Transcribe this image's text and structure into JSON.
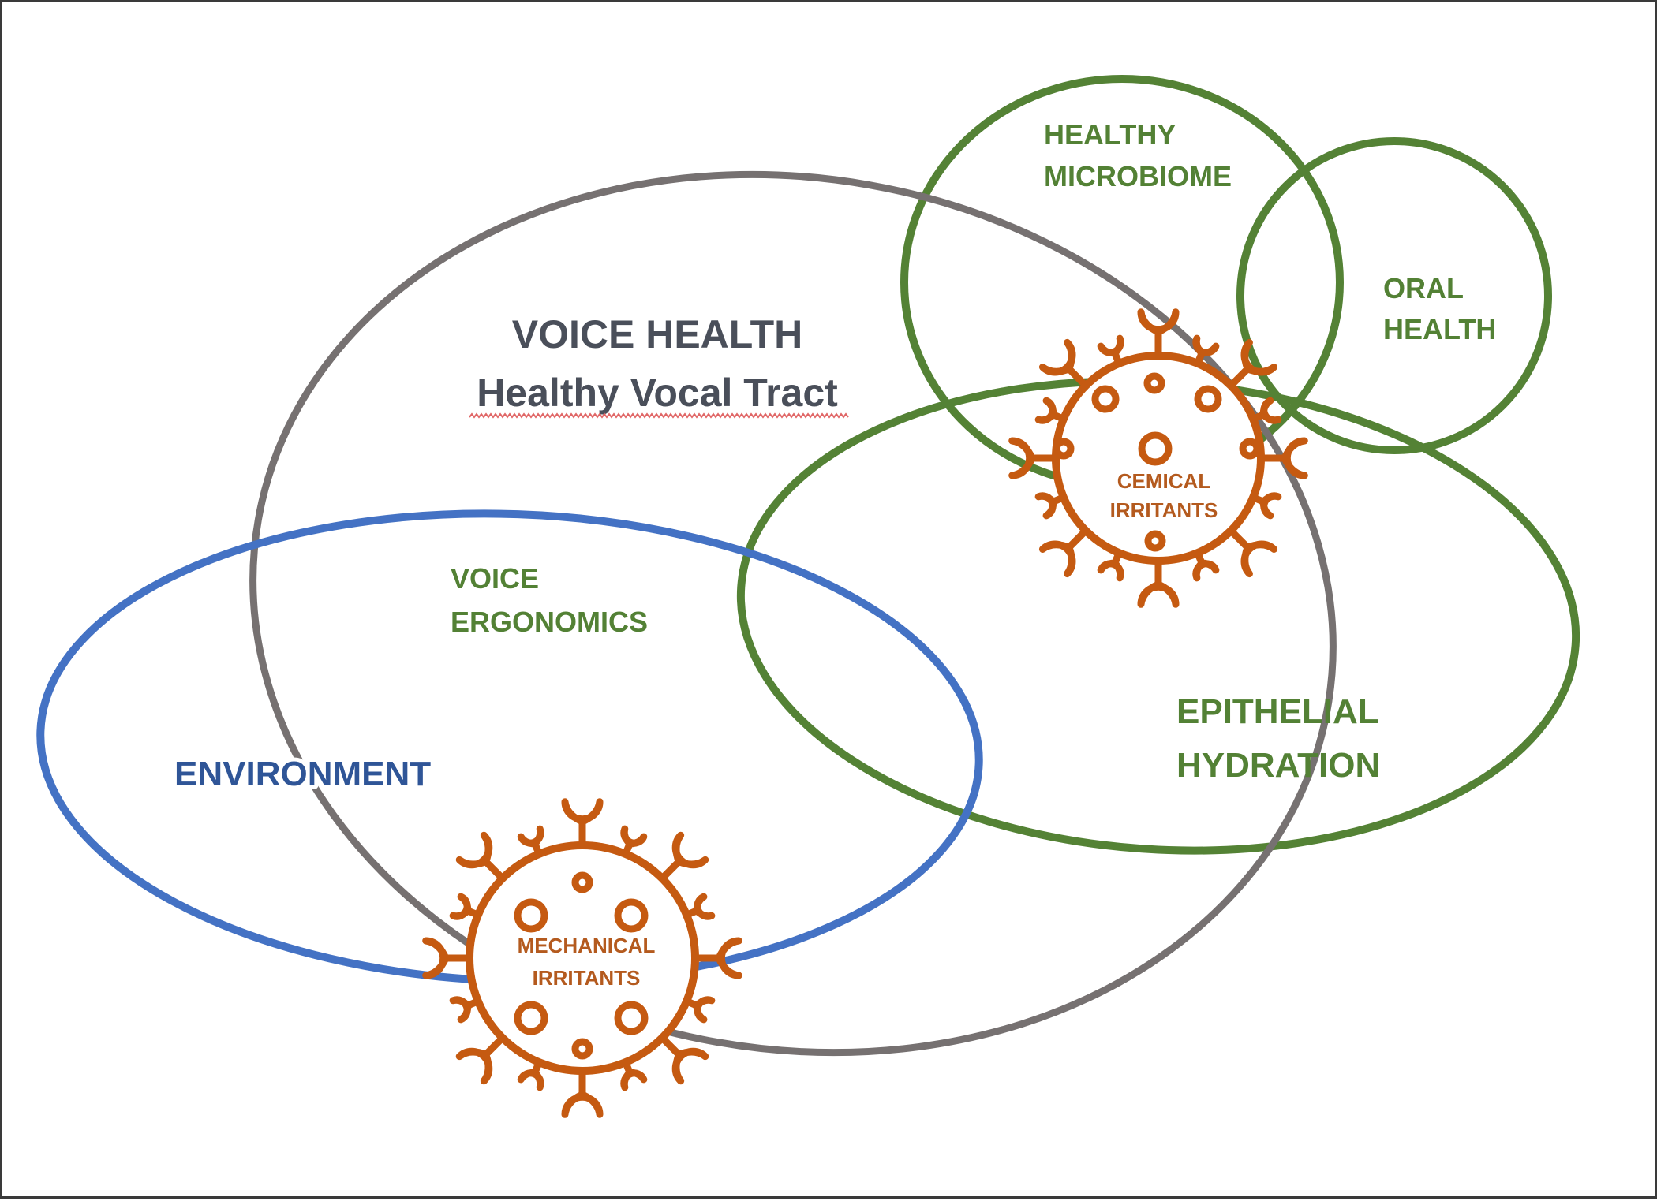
{
  "diagram": {
    "title": "Voice health Venn-style concept diagram",
    "colors": {
      "voice_health_outline": "#767171",
      "environment_outline": "#4472C4",
      "green_outline": "#548235",
      "irritant": "#C55A11",
      "voice_health_text": "#4a4f5a",
      "environment_text": "#2F5597",
      "green_text": "#538135",
      "irritant_text": "#B45A1E",
      "spellcheck_underline": "#E06666"
    },
    "sets": {
      "voice_health": {
        "line1": "VOICE HEALTH",
        "line2": "Healthy Vocal Tract"
      },
      "environment": {
        "label": "ENVIRONMENT"
      },
      "voice_ergonomics": {
        "line1": "VOICE",
        "line2": "ERGONOMICS"
      },
      "epithelial_hydration": {
        "line1": "EPITHELIAL",
        "line2": "HYDRATION"
      },
      "healthy_microbiome": {
        "line1": "HEALTHY",
        "line2": "MICROBIOME"
      },
      "oral_health": {
        "line1": "ORAL",
        "line2": "HEALTH"
      }
    },
    "irritants": {
      "chemical": {
        "line1": "CEMICAL",
        "line2": "IRRITANTS",
        "icon": "virus-icon"
      },
      "mechanical": {
        "line1": "MECHANICAL",
        "line2": "IRRITANTS",
        "icon": "virus-icon"
      }
    }
  }
}
